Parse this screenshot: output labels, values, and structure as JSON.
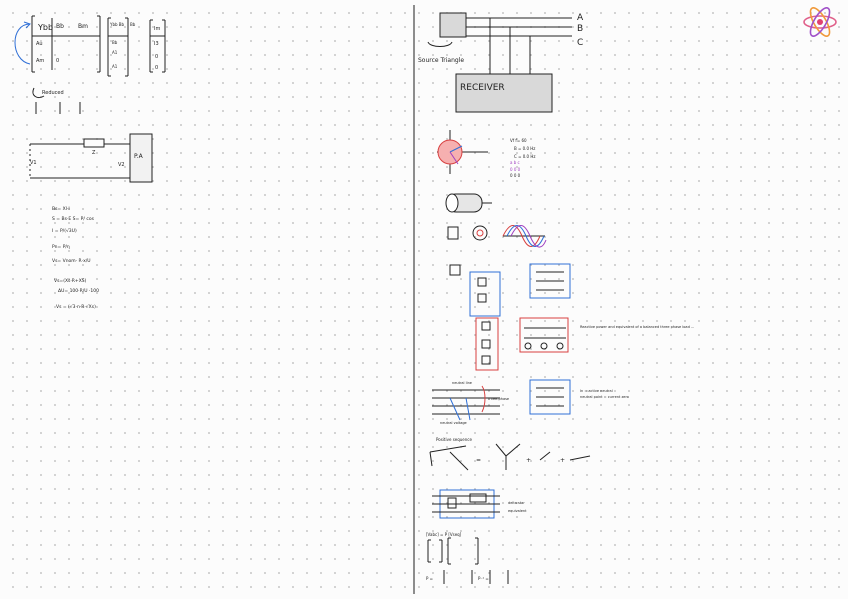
{
  "labels": {
    "phase_a": "A",
    "phase_b": "B",
    "phase_c": "C",
    "source_note": "Source Triangle",
    "load_box": "RECEIVER",
    "gen_label": "P.A"
  },
  "colors": {
    "ink": "#222222",
    "blue": "#2f6fd6",
    "red": "#d84040",
    "orange": "#e08a1e",
    "purple": "#a040c0",
    "divider": "#444444",
    "gray_box": "#d9d9d9"
  }
}
